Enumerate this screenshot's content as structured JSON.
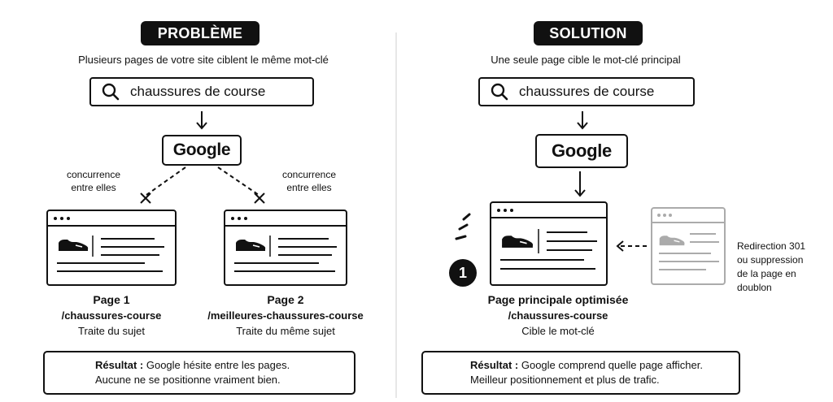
{
  "problem": {
    "heading": "PROBLÈME",
    "subtitle": "Plusieurs pages de votre site ciblent le même mot-clé",
    "search_query": "chaussures de course",
    "engine": "Google",
    "competition_left": [
      "concurrence",
      "entre elles"
    ],
    "competition_right": [
      "concurrence",
      "entre elles"
    ],
    "page1": {
      "title": "Page 1",
      "url": "/chaussures-course",
      "desc": "Traite du sujet"
    },
    "page2": {
      "title": "Page 2",
      "url": "/meilleures-chaussures-course",
      "desc": "Traite du même sujet"
    },
    "result": {
      "label": "Résultat :",
      "line1": "Google hésite entre les pages.",
      "line2": "Aucune ne se positionne vraiment bien."
    }
  },
  "solution": {
    "heading": "SOLUTION",
    "subtitle": "Une seule page cible le mot-clé principal",
    "search_query": "chaussures de course",
    "engine": "Google",
    "badge": "1",
    "main_page": {
      "title": "Page principale optimisée",
      "url": "/chaussures-course",
      "desc": "Cible le mot-clé"
    },
    "redirect_note": [
      "Redirection 301",
      "ou suppression",
      "de la page en",
      "doublon"
    ],
    "result": {
      "label": "Résultat :",
      "line1": "Google comprend quelle page afficher.",
      "line2": "Meilleur positionnement et plus de trafic."
    }
  },
  "icons": {
    "search": "search-icon",
    "shoe": "shoe-icon",
    "sad_face": "sad-face-icon",
    "happy_face": "happy-face-icon",
    "cross": "cross-icon"
  },
  "colors": {
    "ink": "#111111",
    "faded": "#bdbdbd",
    "background": "#ffffff"
  }
}
